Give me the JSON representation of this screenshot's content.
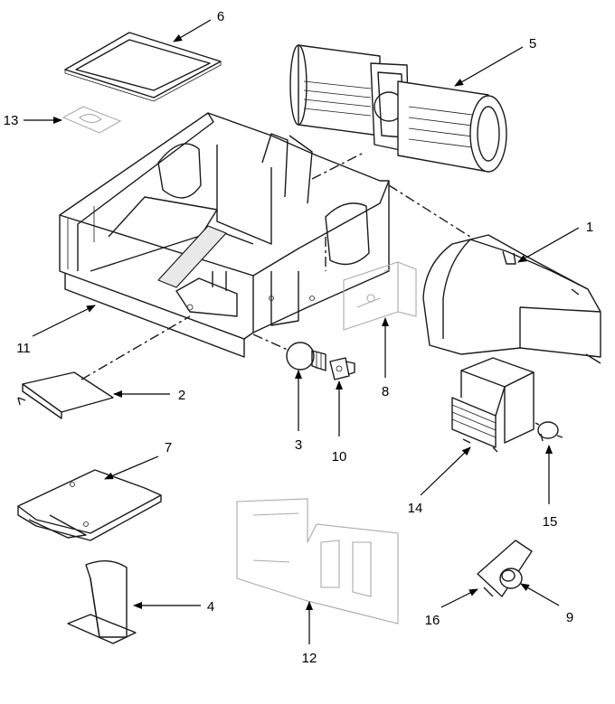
{
  "callouts": [
    {
      "id": "callout-1",
      "text": "1"
    },
    {
      "id": "callout-2",
      "text": "2"
    },
    {
      "id": "callout-3",
      "text": "3"
    },
    {
      "id": "callout-4",
      "text": "4"
    },
    {
      "id": "callout-5",
      "text": "5"
    },
    {
      "id": "callout-6",
      "text": "6"
    },
    {
      "id": "callout-7",
      "text": "7"
    },
    {
      "id": "callout-8",
      "text": "8"
    },
    {
      "id": "callout-9",
      "text": "9"
    },
    {
      "id": "callout-10",
      "text": "10"
    },
    {
      "id": "callout-11",
      "text": "11"
    },
    {
      "id": "callout-12",
      "text": "12"
    },
    {
      "id": "callout-13",
      "text": "13"
    },
    {
      "id": "callout-14",
      "text": "14"
    },
    {
      "id": "callout-15",
      "text": "15"
    },
    {
      "id": "callout-16",
      "text": "16"
    }
  ]
}
